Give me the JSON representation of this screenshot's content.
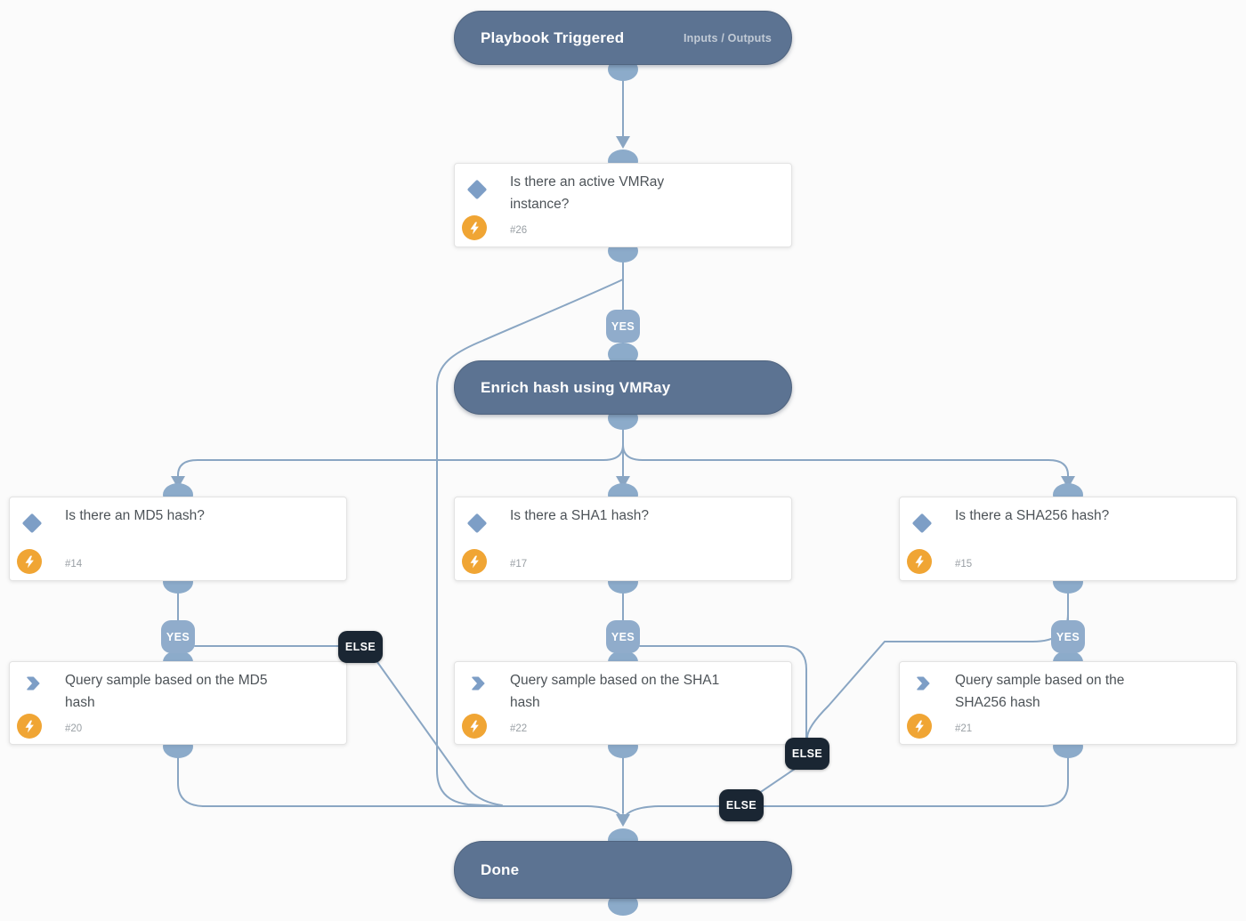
{
  "colors": {
    "node_slate": "#5c7392",
    "edge_blue": "#8aa6c3",
    "connector_port": "#8cabca",
    "yes_badge": "#90accb",
    "else_badge": "#1a2633",
    "condition_icon_blue": "#7d9ec6",
    "automation_orange": "#f0a534",
    "card_text": "#4d5358"
  },
  "labels": {
    "yes": "YES",
    "else": "ELSE"
  },
  "nodes": {
    "playbook_triggered": {
      "title": "Playbook Triggered",
      "link": "Inputs / Outputs"
    },
    "cond_vmray": {
      "title": "Is there an active VMRay instance?",
      "id": "#26"
    },
    "enrich_hash": {
      "title": "Enrich hash using VMRay"
    },
    "cond_md5": {
      "title": "Is there an MD5 hash?",
      "id": "#14"
    },
    "cond_sha1": {
      "title": "Is there a SHA1 hash?",
      "id": "#17"
    },
    "cond_sha256": {
      "title": "Is there a SHA256 hash?",
      "id": "#15"
    },
    "task_md5": {
      "title": "Query sample based on the MD5 hash",
      "id": "#20"
    },
    "task_sha1": {
      "title": "Query sample based on the SHA1 hash",
      "id": "#22"
    },
    "task_sha256": {
      "title": "Query sample based on the SHA256 hash",
      "id": "#21"
    },
    "done": {
      "title": "Done"
    }
  }
}
